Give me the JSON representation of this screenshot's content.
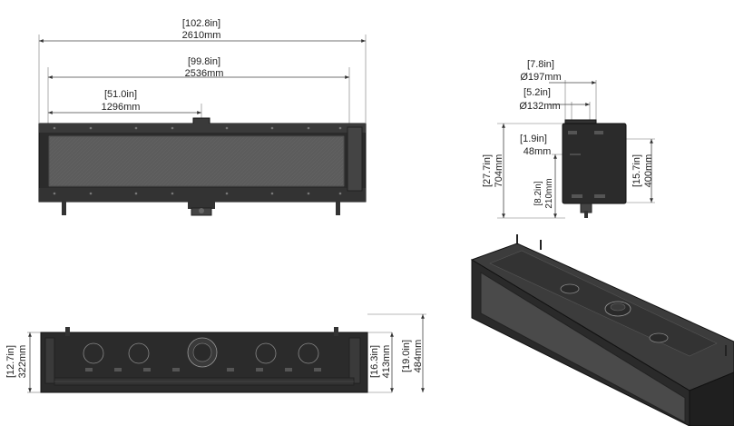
{
  "front_view": {
    "overall_in": "[102.8in]",
    "overall_mm": "2610mm",
    "glass_in": "[99.8in]",
    "glass_mm": "2536mm",
    "center_in": "[51.0in]",
    "center_mm": "1296mm"
  },
  "side_view": {
    "flue_outer_in": "[7.8in]",
    "flue_outer_mm": "Ø197mm",
    "flue_inner_in": "[5.2in]",
    "flue_inner_mm": "Ø132mm",
    "flue_offset_in": "[1.9in]",
    "flue_offset_mm": "48mm",
    "height_in": "[27.7in]",
    "height_mm": "704mm",
    "box_in": "[15.7in]",
    "box_mm": "400mm",
    "leg_in": "[8.2in]",
    "leg_mm": "210mm"
  },
  "top_view": {
    "depth_in": "[12.7in]",
    "depth_mm": "322mm",
    "depth2_in": "[16.3in]",
    "depth2_mm": "413mm",
    "depth3_in": "[19.0in]",
    "depth3_mm": "484mm"
  },
  "colors": {
    "body": "#2a2a2a",
    "glass": "#5a5a5a",
    "line": "#444444"
  }
}
